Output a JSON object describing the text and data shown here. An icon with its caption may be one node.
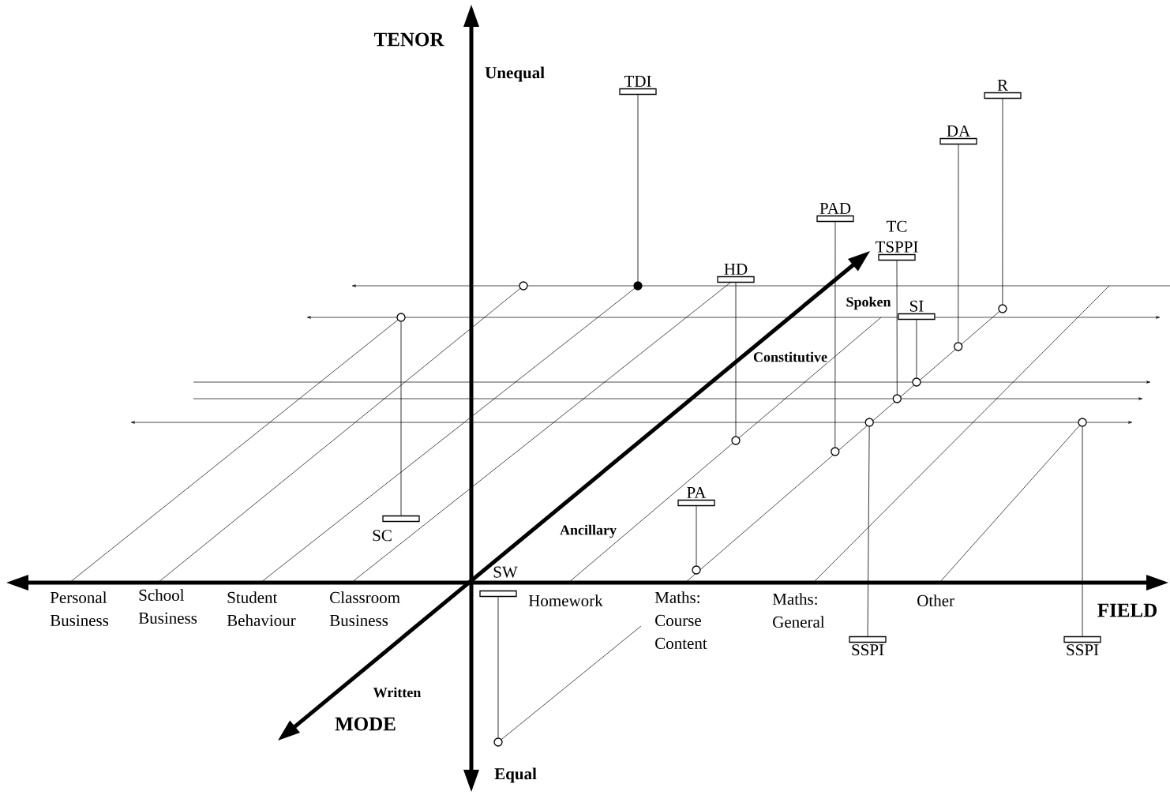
{
  "diagram": {
    "nodes": [
      {
        "text": [
          "TDI"
        ]
      },
      {
        "text": [
          "R"
        ]
      },
      {
        "text": [
          "DA"
        ]
      },
      {
        "text": [
          "PAD"
        ]
      },
      {
        "text": [
          "TC",
          "TSPPI"
        ]
      },
      {
        "text": [
          "HD"
        ]
      },
      {
        "text": [
          "SI"
        ]
      },
      {
        "text": [
          "PA"
        ]
      },
      {
        "text": [
          "SC"
        ]
      },
      {
        "text": [
          "SW"
        ]
      },
      {
        "text": [
          "SSPI"
        ]
      },
      {
        "text": [
          "SSPI"
        ]
      },
      {
        "text": [],
        "shape": "dot"
      },
      {
        "text": [],
        "shape": "circle"
      },
      {
        "text": [],
        "shape": "circle"
      },
      {
        "text": [],
        "shape": "circle"
      },
      {
        "text": [],
        "shape": "circle"
      },
      {
        "text": [],
        "shape": "circle"
      },
      {
        "text": [],
        "shape": "circle"
      },
      {
        "text": [],
        "shape": "circle"
      },
      {
        "text": [],
        "shape": "circle"
      },
      {
        "text": [],
        "shape": "circle"
      },
      {
        "text": [],
        "shape": "circle"
      },
      {
        "text": [],
        "shape": "circle"
      },
      {
        "text": [],
        "shape": "circle"
      }
    ],
    "edges": [
      {
        "from": 0,
        "to": 12,
        "arrow": "none"
      },
      {
        "from": 1,
        "to": 15,
        "arrow": "none"
      },
      {
        "from": 2,
        "to": 16,
        "arrow": "none"
      },
      {
        "from": 3,
        "to": 22,
        "arrow": "none"
      },
      {
        "from": 4,
        "to": 18,
        "arrow": "none"
      },
      {
        "from": 5,
        "to": 21,
        "arrow": "none"
      },
      {
        "from": 6,
        "to": 17,
        "arrow": "none"
      },
      {
        "from": 7,
        "to": 23,
        "arrow": "none"
      },
      {
        "from": 8,
        "to": 14,
        "arrow": "none"
      },
      {
        "from": 9,
        "to": 24,
        "arrow": "none"
      },
      {
        "from": 10,
        "to": 19,
        "arrow": "none"
      },
      {
        "from": 11,
        "to": 20,
        "arrow": "none"
      }
    ],
    "labels": [
      "TENOR",
      "Unequal",
      "Spoken",
      "Constitutive",
      "Ancillary",
      "Personal Business",
      "School Business",
      "Student Behaviour",
      "Classroom Business",
      "Homework",
      "Maths: Course Content",
      "Maths: General",
      "Other",
      "FIELD",
      "Written",
      "MODE",
      "Equal"
    ]
  }
}
